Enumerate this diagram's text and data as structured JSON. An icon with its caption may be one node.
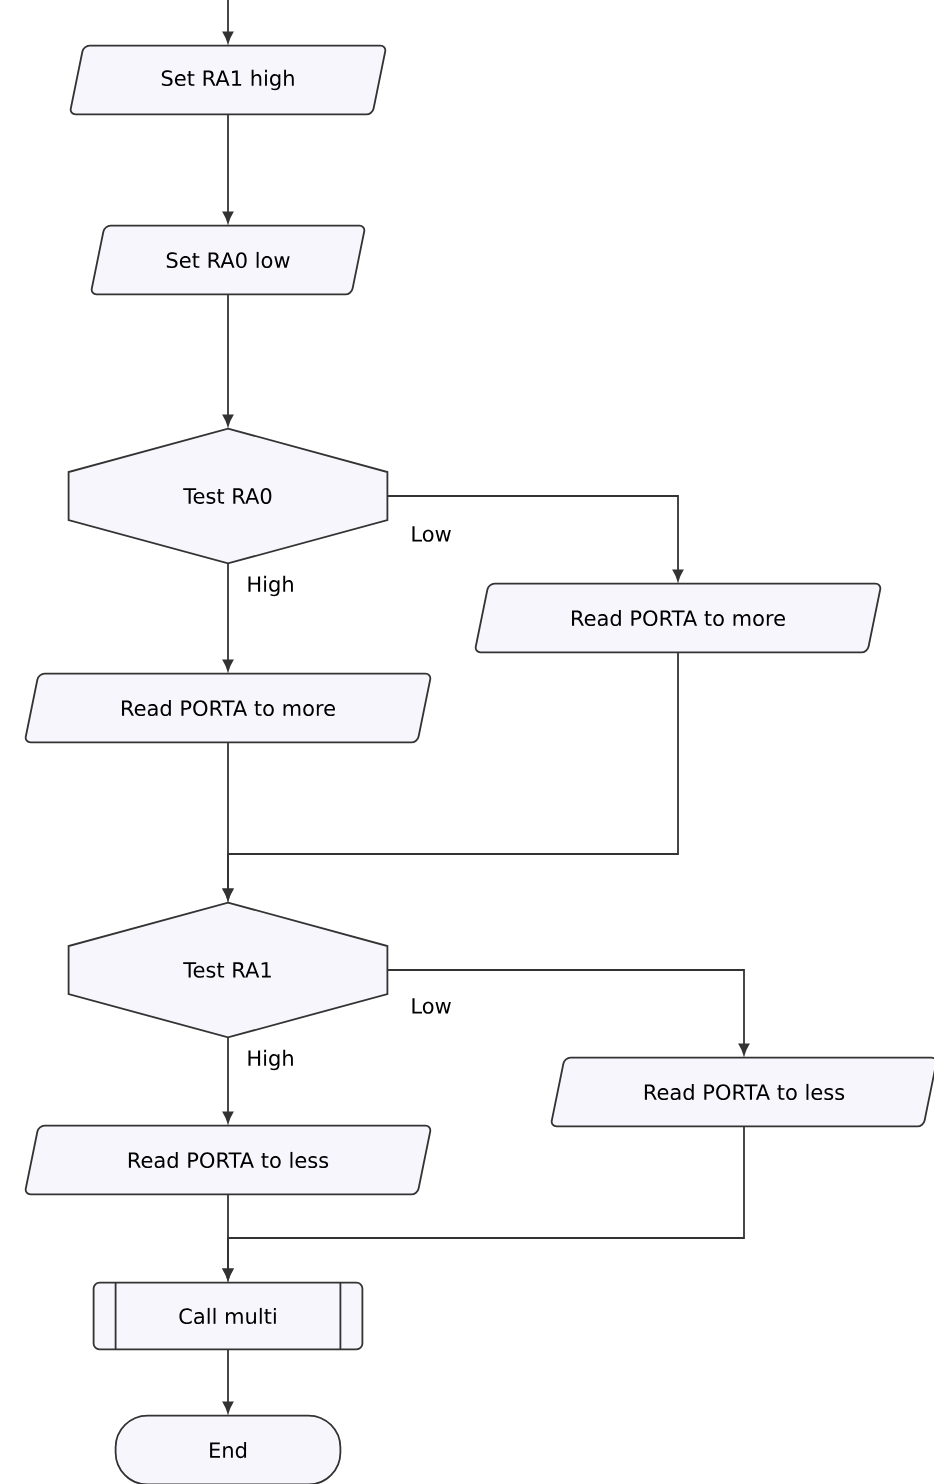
{
  "diagram": {
    "nodes": [
      {
        "text": [
          "Set RA1 high"
        ]
      },
      {
        "text": [
          "Set RA0 low"
        ]
      },
      {
        "text": [
          "Test RA0"
        ]
      },
      {
        "text": [
          "Read PORTA to more"
        ]
      },
      {
        "text": [
          "Read PORTA to more"
        ]
      },
      {
        "text": [
          "Test RA1"
        ]
      },
      {
        "text": [
          "Read PORTA to less"
        ]
      },
      {
        "text": [
          "Read PORTA to less"
        ]
      },
      {
        "text": [
          "Call multi"
        ]
      },
      {
        "text": [
          "End"
        ]
      }
    ],
    "edges": [
      {
        "from": null,
        "to": 0,
        "arrow": "to"
      },
      {
        "from": 0,
        "to": 1,
        "arrow": "to"
      },
      {
        "from": 1,
        "to": 2,
        "arrow": "to"
      },
      {
        "from": 2,
        "to": 3,
        "arrow": "to",
        "label": "High"
      },
      {
        "from": 2,
        "to": 4,
        "arrow": "to",
        "label": "Low"
      },
      {
        "from": 3,
        "to": 5,
        "arrow": "to"
      },
      {
        "from": 4,
        "to": 5,
        "arrow": "to"
      },
      {
        "from": 5,
        "to": 6,
        "arrow": "to",
        "label": "High"
      },
      {
        "from": 5,
        "to": 7,
        "arrow": "to",
        "label": "Low"
      },
      {
        "from": 6,
        "to": 8,
        "arrow": "to"
      },
      {
        "from": 7,
        "to": 8,
        "arrow": "to"
      },
      {
        "from": 8,
        "to": 9,
        "arrow": "to"
      }
    ]
  }
}
